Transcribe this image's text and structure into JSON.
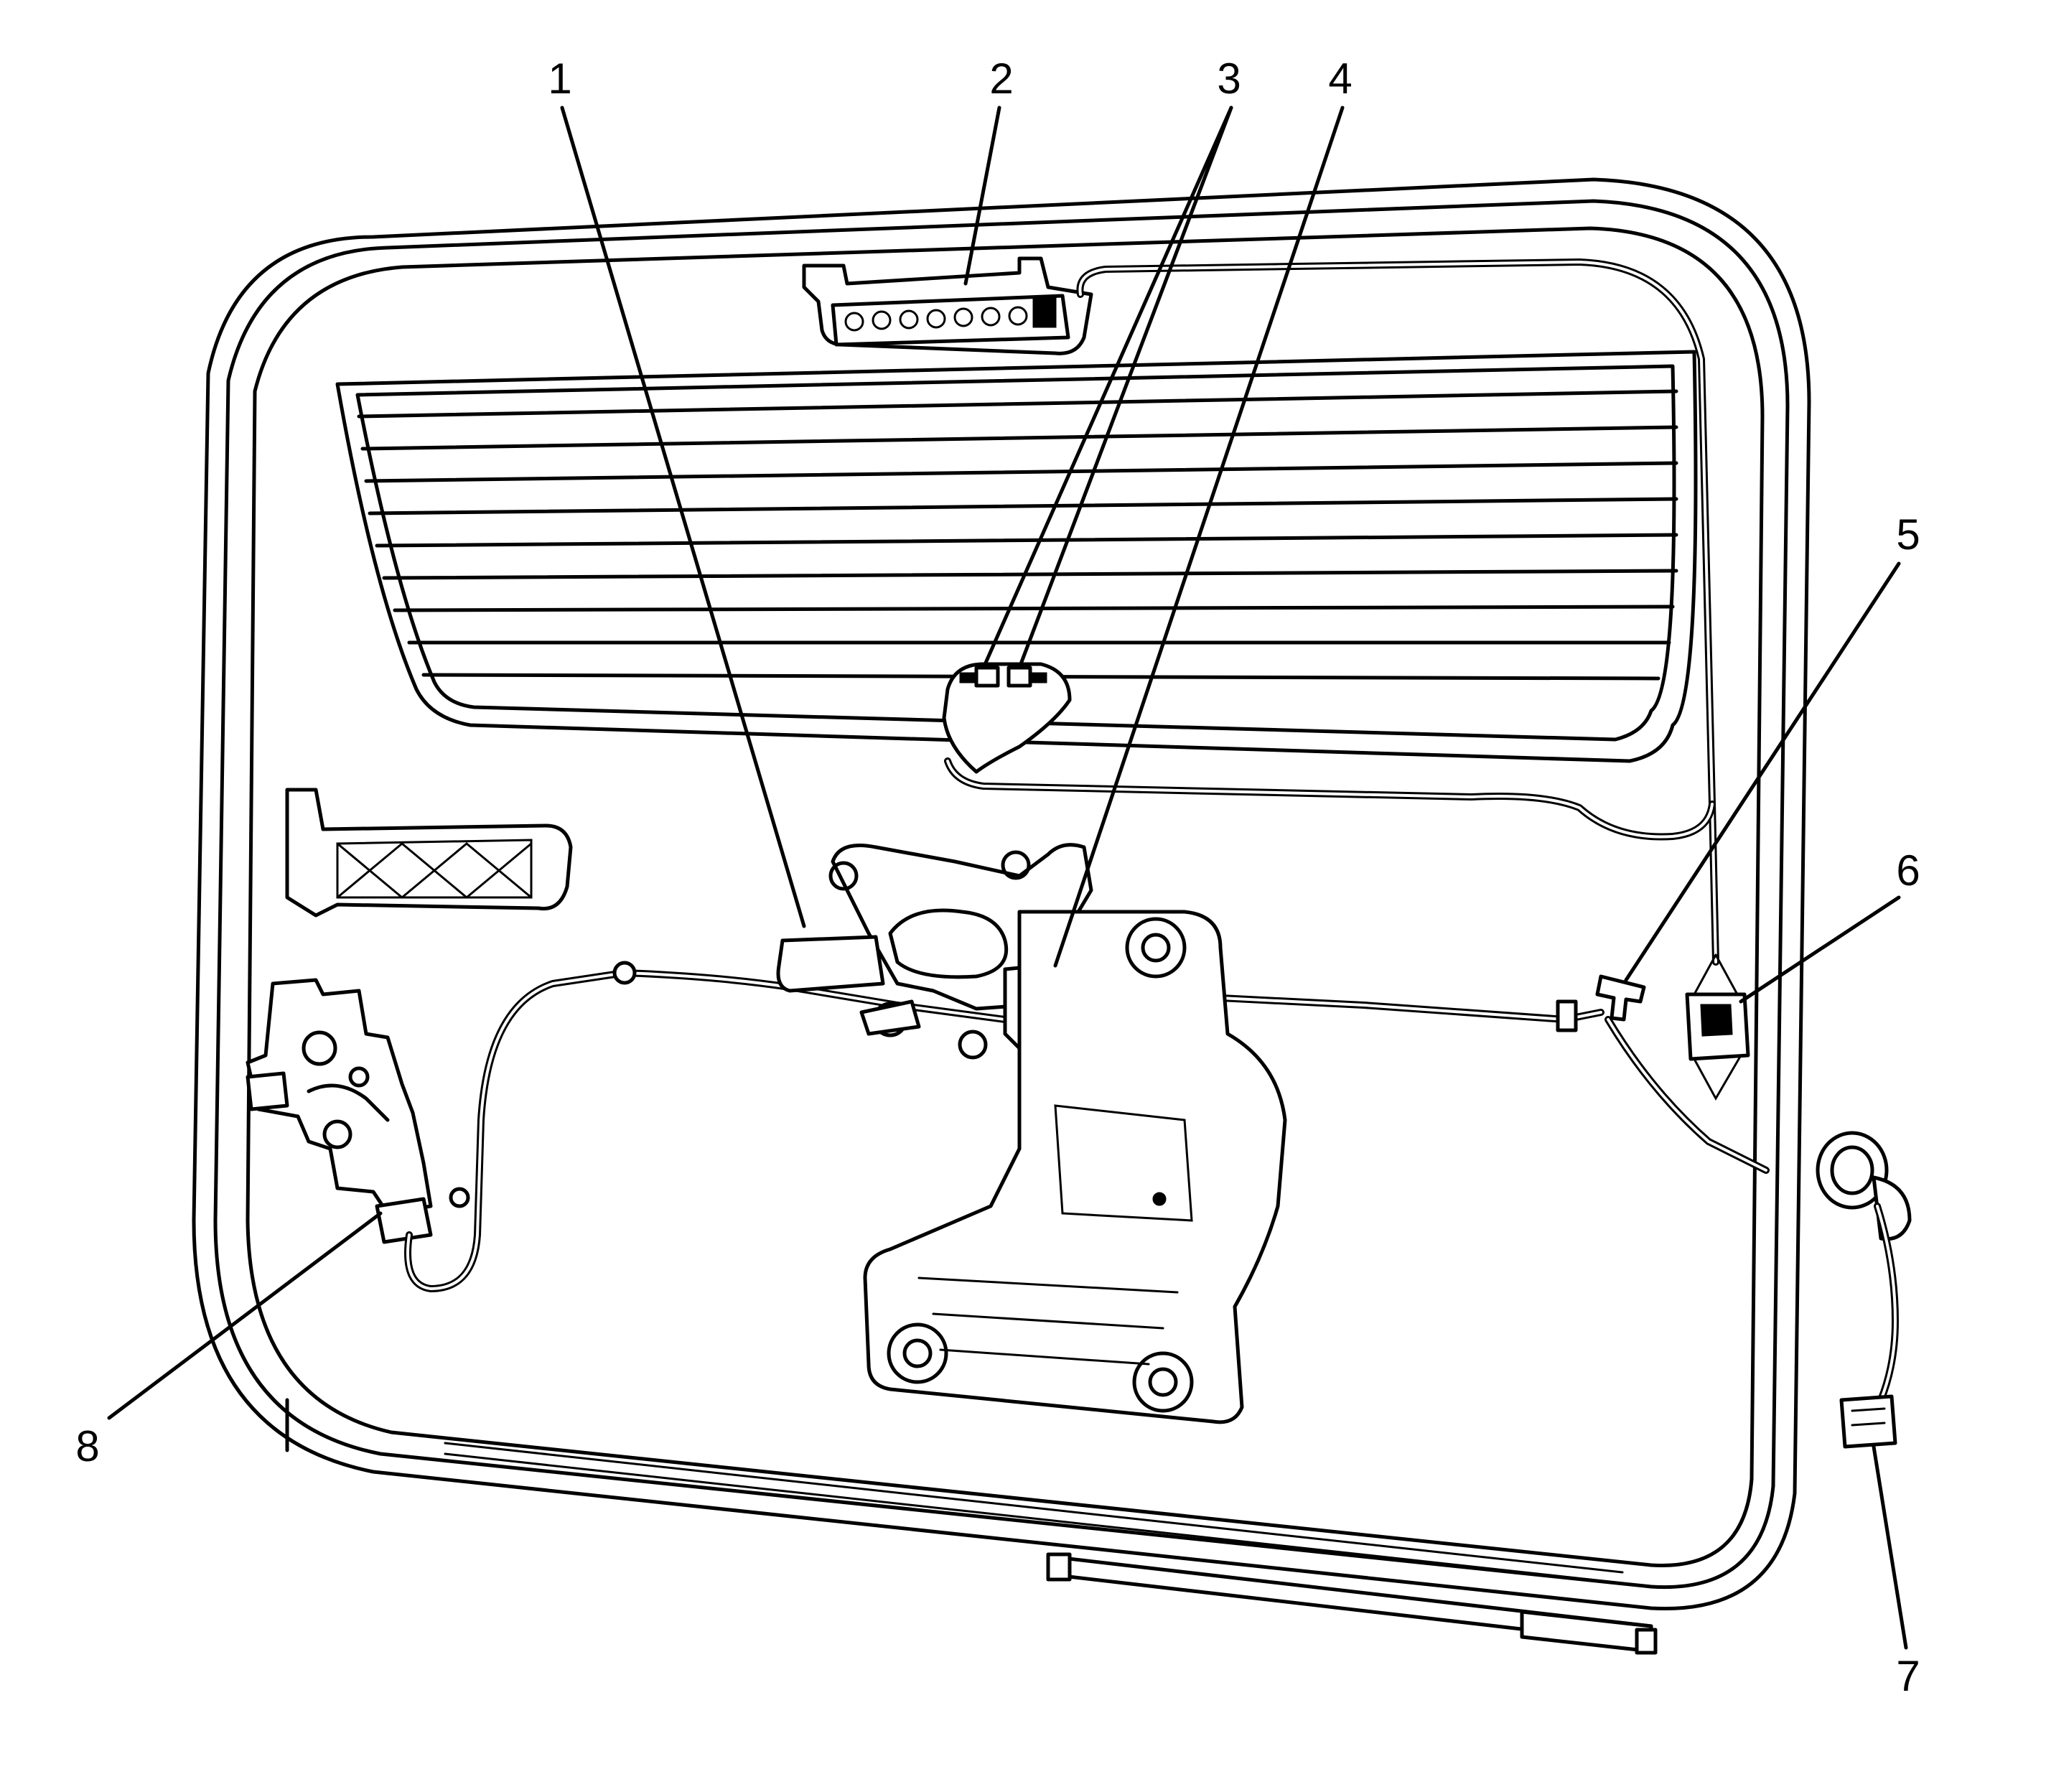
{
  "callouts": [
    {
      "number": "1",
      "name": "callout-1"
    },
    {
      "number": "2",
      "name": "callout-2"
    },
    {
      "number": "3",
      "name": "callout-3"
    },
    {
      "number": "4",
      "name": "callout-4"
    },
    {
      "number": "5",
      "name": "callout-5"
    },
    {
      "number": "6",
      "name": "callout-6"
    },
    {
      "number": "7",
      "name": "callout-7"
    },
    {
      "number": "8",
      "name": "callout-8"
    }
  ]
}
